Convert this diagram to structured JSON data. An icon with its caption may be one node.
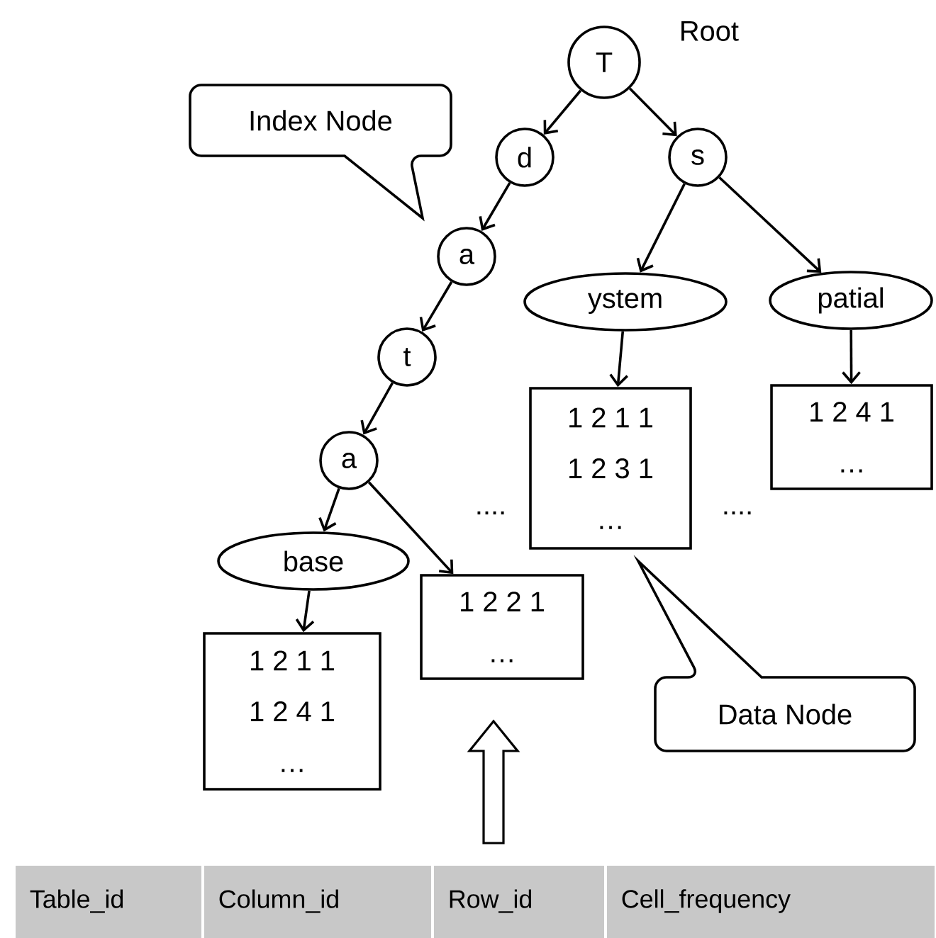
{
  "diagram": {
    "nodes": [
      {
        "text": [
          "T"
        ],
        "beside": [
          "Root"
        ]
      },
      {
        "text": [
          "d"
        ]
      },
      {
        "text": [
          "s"
        ]
      },
      {
        "text": [
          "a"
        ]
      },
      {
        "text": [
          "t"
        ]
      },
      {
        "text": [
          "a"
        ]
      },
      {
        "text": [
          "ystem"
        ]
      },
      {
        "text": [
          "patial"
        ]
      },
      {
        "text": [
          "1 2 1 1",
          "1 2 3 1",
          "…"
        ]
      },
      {
        "text": [
          "1 2 4 1",
          "…"
        ]
      },
      {
        "text": [
          "base"
        ]
      },
      {
        "text": [
          "1 2 2 1",
          "…"
        ]
      },
      {
        "text": [
          "1 2 1 1",
          "1 2 4 1",
          "…"
        ]
      },
      {
        "text": [
          "Index Node"
        ]
      },
      {
        "text": [
          "Data Node"
        ]
      }
    ],
    "edges": [
      {
        "from": 0,
        "to": 1,
        "arrow": "to"
      },
      {
        "from": 0,
        "to": 2,
        "arrow": "to"
      },
      {
        "from": 1,
        "to": 3,
        "arrow": "to"
      },
      {
        "from": 3,
        "to": 4,
        "arrow": "to"
      },
      {
        "from": 4,
        "to": 5,
        "arrow": "to"
      },
      {
        "from": 2,
        "to": 6,
        "arrow": "to"
      },
      {
        "from": 2,
        "to": 7,
        "arrow": "to"
      },
      {
        "from": 6,
        "to": 8,
        "arrow": "to"
      },
      {
        "from": 7,
        "to": 9,
        "arrow": "to"
      },
      {
        "from": 5,
        "to": 10,
        "arrow": "to"
      },
      {
        "from": 5,
        "to": 11,
        "arrow": "to"
      },
      {
        "from": 10,
        "to": 12,
        "arrow": "to"
      }
    ],
    "labels": [
      "....",
      "....",
      "Table_id",
      "Column_id",
      "Row_id",
      "Cell_frequency"
    ]
  }
}
